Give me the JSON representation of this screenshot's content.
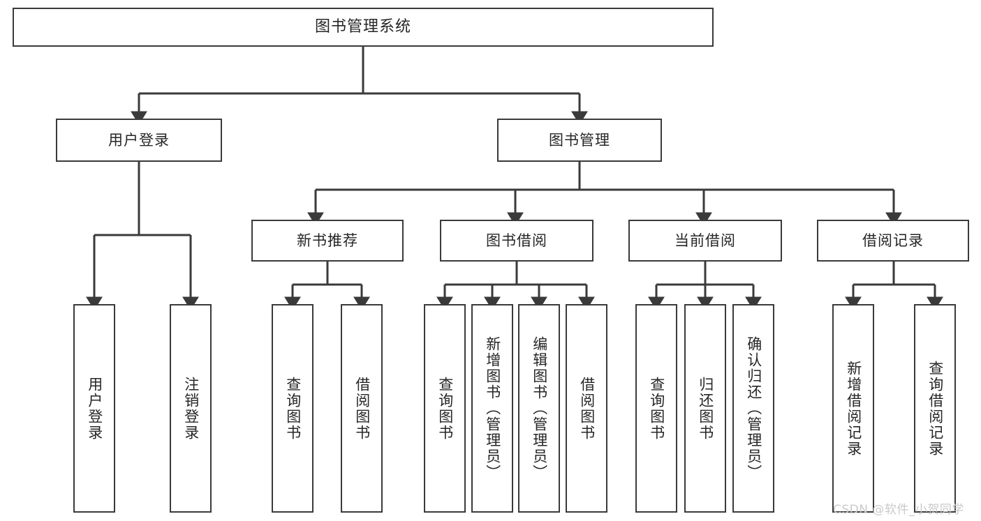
{
  "diagram": {
    "title": "图书管理系统",
    "type": "tree-hierarchy",
    "stroke_color": "#3a3a3a",
    "text_color": "#262626",
    "background": "#ffffff"
  },
  "nodes": {
    "root": {
      "label": "图书管理系统"
    },
    "level1": [
      {
        "id": "user-login",
        "label": "用户登录"
      },
      {
        "id": "book-manage",
        "label": "图书管理"
      }
    ],
    "level2": [
      {
        "id": "new-book-recommend",
        "label": "新书推荐"
      },
      {
        "id": "book-borrow",
        "label": "图书借阅"
      },
      {
        "id": "current-borrow",
        "label": "当前借阅"
      },
      {
        "id": "borrow-record",
        "label": "借阅记录"
      }
    ],
    "leaves": {
      "user_login": [
        {
          "id": "leaf-user-login",
          "label": "用户登录"
        },
        {
          "id": "leaf-logout-login",
          "label": "注销登录"
        }
      ],
      "new_book_recommend": [
        {
          "id": "leaf-query-book-1",
          "label": "查询图书"
        },
        {
          "id": "leaf-borrow-book-1",
          "label": "借阅图书"
        }
      ],
      "book_borrow": [
        {
          "id": "leaf-query-book-2",
          "label": "查询图书"
        },
        {
          "id": "leaf-add-book",
          "label": "新增图书（管理员）"
        },
        {
          "id": "leaf-edit-book",
          "label": "编辑图书（管理员）"
        },
        {
          "id": "leaf-borrow-book-2",
          "label": "借阅图书"
        }
      ],
      "current_borrow": [
        {
          "id": "leaf-query-book-3",
          "label": "查询图书"
        },
        {
          "id": "leaf-return-book",
          "label": "归还图书"
        },
        {
          "id": "leaf-confirm-return",
          "label": "确认归还（管理员）"
        }
      ],
      "borrow_record": [
        {
          "id": "leaf-add-record",
          "label": "新增借阅记录"
        },
        {
          "id": "leaf-query-record",
          "label": "查询借阅记录"
        }
      ]
    }
  },
  "watermark": {
    "text": "CSDN @软件_小贺同学"
  }
}
